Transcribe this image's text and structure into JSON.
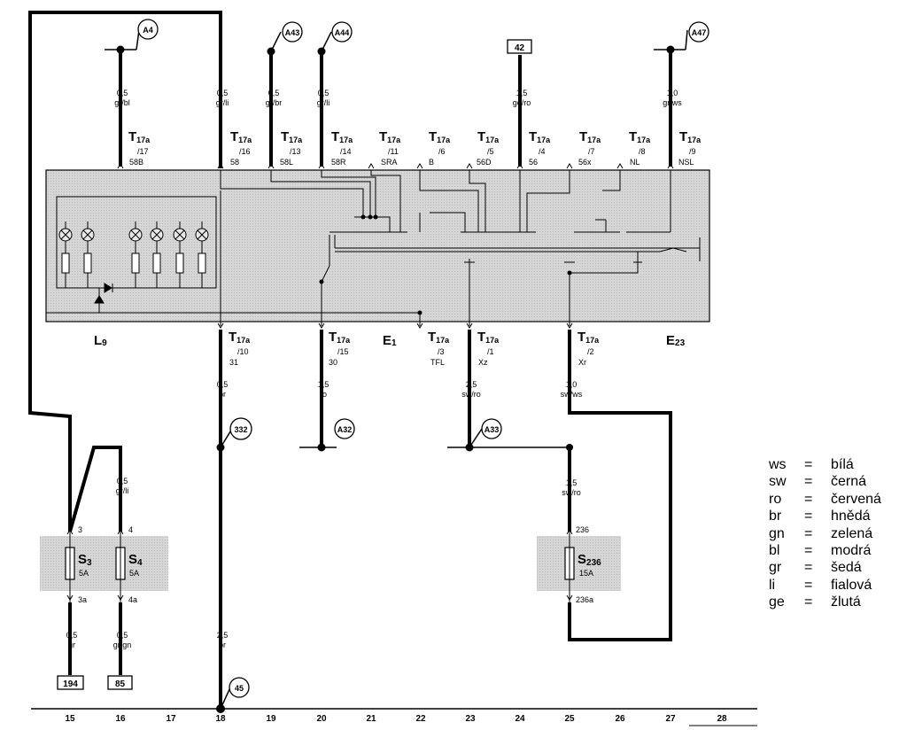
{
  "colors": {
    "line": "#000000",
    "panel": "#d6d6d6",
    "background": "#ffffff"
  },
  "ground_points": [
    "A4",
    "A43",
    "A44",
    "A47",
    "A32",
    "A33",
    "332",
    "45"
  ],
  "top_box_ref": "42",
  "bottom_refs": [
    "194",
    "85"
  ],
  "wires": {
    "w1": [
      "0,5",
      "gr/bl"
    ],
    "w2": [
      "0,5",
      "gr/li"
    ],
    "w3": [
      "0,5",
      "gr/br"
    ],
    "w4": [
      "0,5",
      "gr/li"
    ],
    "w5": [
      "1,5",
      "ge/ro"
    ],
    "w6": [
      "1,0",
      "gr/ws"
    ],
    "w7": [
      "0,5",
      "br"
    ],
    "w8": [
      "1,5",
      "ro"
    ],
    "w9": [
      "2,5",
      "sw/ro"
    ],
    "w10": [
      "1,0",
      "sw/ws"
    ],
    "w11": [
      "0,5",
      "gr/li"
    ],
    "w12": [
      "1,5",
      "sw/ro"
    ],
    "w13": [
      "0,5",
      "gr"
    ],
    "w14": [
      "0,5",
      "gr/gn"
    ],
    "w15": [
      "2,5",
      "br"
    ]
  },
  "connector": {
    "prefix": "T",
    "sub": "17a"
  },
  "top_connectors": {
    "c17": [
      "/17",
      "58B"
    ],
    "c16": [
      "/16",
      "58"
    ],
    "c13": [
      "/13",
      "58L"
    ],
    "c14": [
      "/14",
      "58R"
    ],
    "c11": [
      "/11",
      "SRA"
    ],
    "c6": [
      "/6",
      "B"
    ],
    "c5": [
      "/5",
      "56D"
    ],
    "c4": [
      "/4",
      "56"
    ],
    "c7": [
      "/7",
      "56x"
    ],
    "c8": [
      "/8",
      "NL"
    ],
    "c9": [
      "/9",
      "NSL"
    ]
  },
  "bottom_connectors": {
    "c10": [
      "/10",
      "31"
    ],
    "c15": [
      "/15",
      "30"
    ],
    "c3": [
      "/3",
      "TFL"
    ],
    "c1": [
      "/1",
      "Xz"
    ],
    "c2": [
      "/2",
      "Xr"
    ]
  },
  "components": {
    "L": [
      "L",
      "9"
    ],
    "E1": [
      "E",
      "1"
    ],
    "E23": [
      "E",
      "23"
    ]
  },
  "fuses": {
    "s3": {
      "name": "S",
      "sub": "3",
      "rating": "5A",
      "in": "3",
      "out": "3a"
    },
    "s4": {
      "name": "S",
      "sub": "4",
      "rating": "5A",
      "in": "4",
      "out": "4a"
    },
    "s236": {
      "name": "S",
      "sub": "236",
      "rating": "15A",
      "in": "236",
      "out": "236a"
    }
  },
  "tracks": [
    "15",
    "16",
    "17",
    "18",
    "19",
    "20",
    "21",
    "22",
    "23",
    "24",
    "25",
    "26",
    "27",
    "28"
  ],
  "legend": [
    {
      "code": "ws",
      "eq": "=",
      "color": "bílá"
    },
    {
      "code": "sw",
      "eq": "=",
      "color": "černá"
    },
    {
      "code": "ro",
      "eq": "=",
      "color": "červená"
    },
    {
      "code": "br",
      "eq": "=",
      "color": "hnědá"
    },
    {
      "code": "gn",
      "eq": "=",
      "color": "zelená"
    },
    {
      "code": "bl",
      "eq": "=",
      "color": "modrá"
    },
    {
      "code": "gr",
      "eq": "=",
      "color": "šedá"
    },
    {
      "code": "li",
      "eq": "=",
      "color": "fialová"
    },
    {
      "code": "ge",
      "eq": "=",
      "color": "žlutá"
    }
  ]
}
